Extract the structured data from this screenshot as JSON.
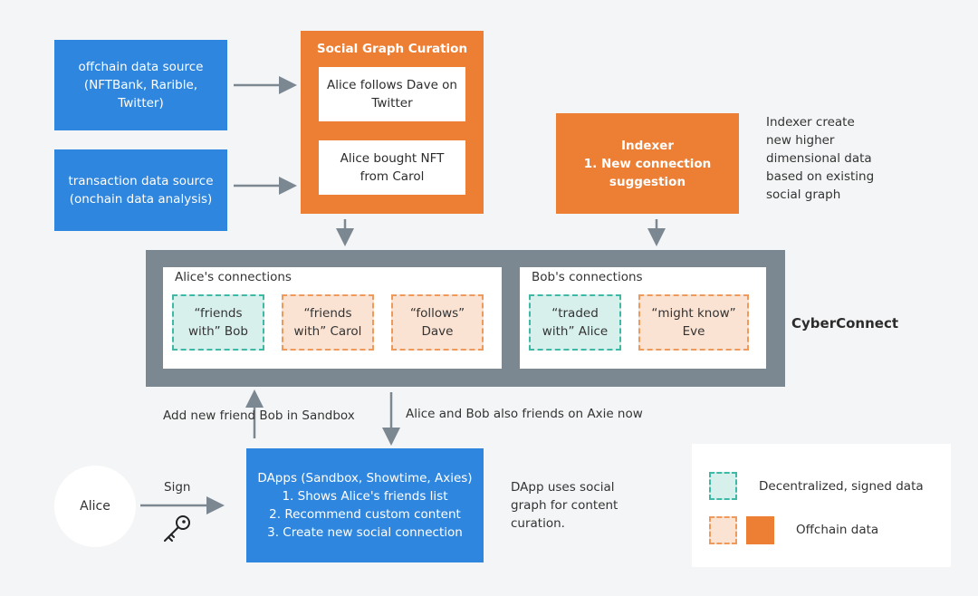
{
  "sources": {
    "offchain": "offchain data source\n(NFTBank, Rarible,\nTwitter)",
    "transaction": "transaction data source\n(onchain data analysis)"
  },
  "curation": {
    "title": "Social Graph Curation",
    "items": [
      "Alice follows Dave on\nTwitter",
      "Alice bought NFT\nfrom Carol"
    ]
  },
  "indexer": {
    "title": "Indexer\n1. New connection\nsuggestion",
    "note": "Indexer create\nnew higher\ndimensional data\nbased on existing\nsocial graph"
  },
  "cyberconnect": {
    "label": "CyberConnect",
    "alice": {
      "title": "Alice's connections",
      "nodes": [
        "“friends\nwith” Bob",
        "“friends\nwith” Carol",
        "“follows”\nDave"
      ]
    },
    "bob": {
      "title": "Bob's connections",
      "nodes": [
        "“traded\nwith” Alice",
        "“might know”\nEve"
      ]
    }
  },
  "flows": {
    "add_friend": "Add new friend Bob in Sandbox",
    "also_friends": "Alice and Bob also friends on Axie now",
    "sign": "Sign"
  },
  "user": {
    "name": "Alice"
  },
  "dapps": {
    "text": "DApps (Sandbox, Showtime, Axies)\n1. Shows Alice's friends list\n2. Recommend custom content\n3. Create new social connection",
    "note": "DApp uses social\ngraph for content\ncuration."
  },
  "legend": {
    "decentralized": "Decentralized, signed data",
    "offchain": "Offchain data"
  },
  "colors": {
    "blue": "#2e86de",
    "orange": "#ec7f34",
    "gray_frame": "#7b8791",
    "teal_fill": "#d8f0ec",
    "peach_fill": "#fbe3d3",
    "arrow": "#7b8791"
  }
}
